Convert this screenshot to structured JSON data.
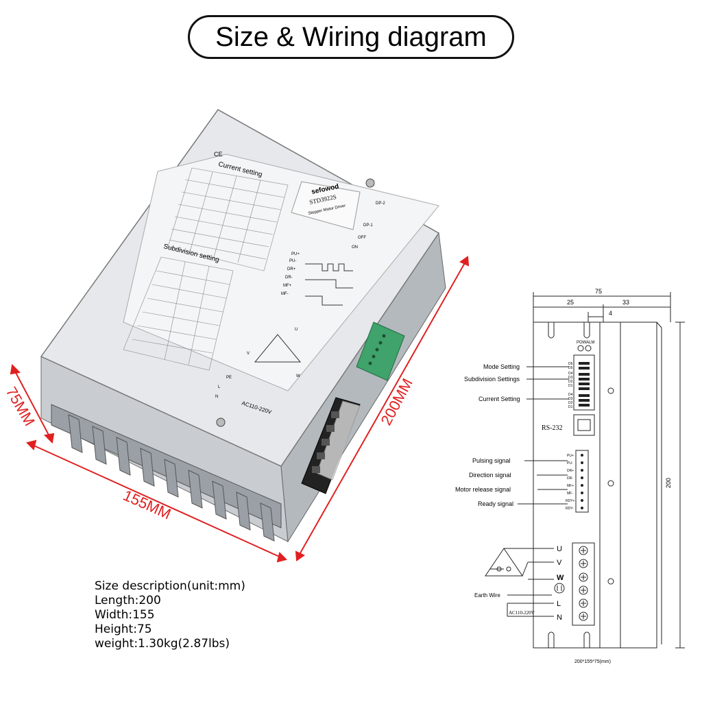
{
  "title": "Size & Wiring diagram",
  "dimensions": {
    "height_label": "75MM",
    "width_label": "155MM",
    "length_label": "200MM"
  },
  "device": {
    "brand": "sefowod",
    "model": "STD3922S",
    "subtitle": "Stepper Motor Driver",
    "ce": "CE",
    "current_setting_title": "Current setting",
    "subdivision_setting_title": "Subdivision setting",
    "dip1": "DP-1",
    "dip2": "DP-2",
    "off": "OFF",
    "on": "ON",
    "pins_signal": [
      "PU+",
      "PU-",
      "DR+",
      "DR-",
      "MF+",
      "MF-"
    ],
    "motor_u": "U",
    "motor_v": "V",
    "motor_w": "W",
    "pe": "PE",
    "l": "L",
    "n": "N",
    "ac": "AC110-220V"
  },
  "size_description": {
    "heading": "Size description(unit:mm)",
    "lines": [
      "Length:200",
      "Width:155",
      "Height:75",
      "weight:1.30kg(2.87lbs)"
    ]
  },
  "wiring": {
    "dim_total": "75",
    "dim_left": "25",
    "dim_right": "33",
    "dim_small": "4",
    "dim_height": "200",
    "pow": "POW",
    "alm": "ALM",
    "mode_setting": "Mode Setting",
    "subdivision_settings": "Subdivision Settings",
    "current_setting": "Current Setting",
    "rs232": "RS-232",
    "pulsing_signal": "Pulsing signal",
    "direction_signal": "Direction signal",
    "motor_release_signal": "Motor release signal",
    "ready_signal": "Ready signal",
    "dip_labels": [
      "D6",
      "D5",
      "D4",
      "D3",
      "D2",
      "D1"
    ],
    "cur_labels": [
      "D4",
      "D3",
      "D2",
      "D1"
    ],
    "pin_labels": [
      "PU+",
      "PU-",
      "DR+",
      "DR-",
      "MF+",
      "MF-",
      "RDY+",
      "RDY-"
    ],
    "u": "U",
    "v": "V",
    "w": "W",
    "earth_wire": "Earth Wire",
    "l": "L",
    "ac": "AC110-220V",
    "n": "N",
    "footer": "200*155*75(mm)"
  }
}
